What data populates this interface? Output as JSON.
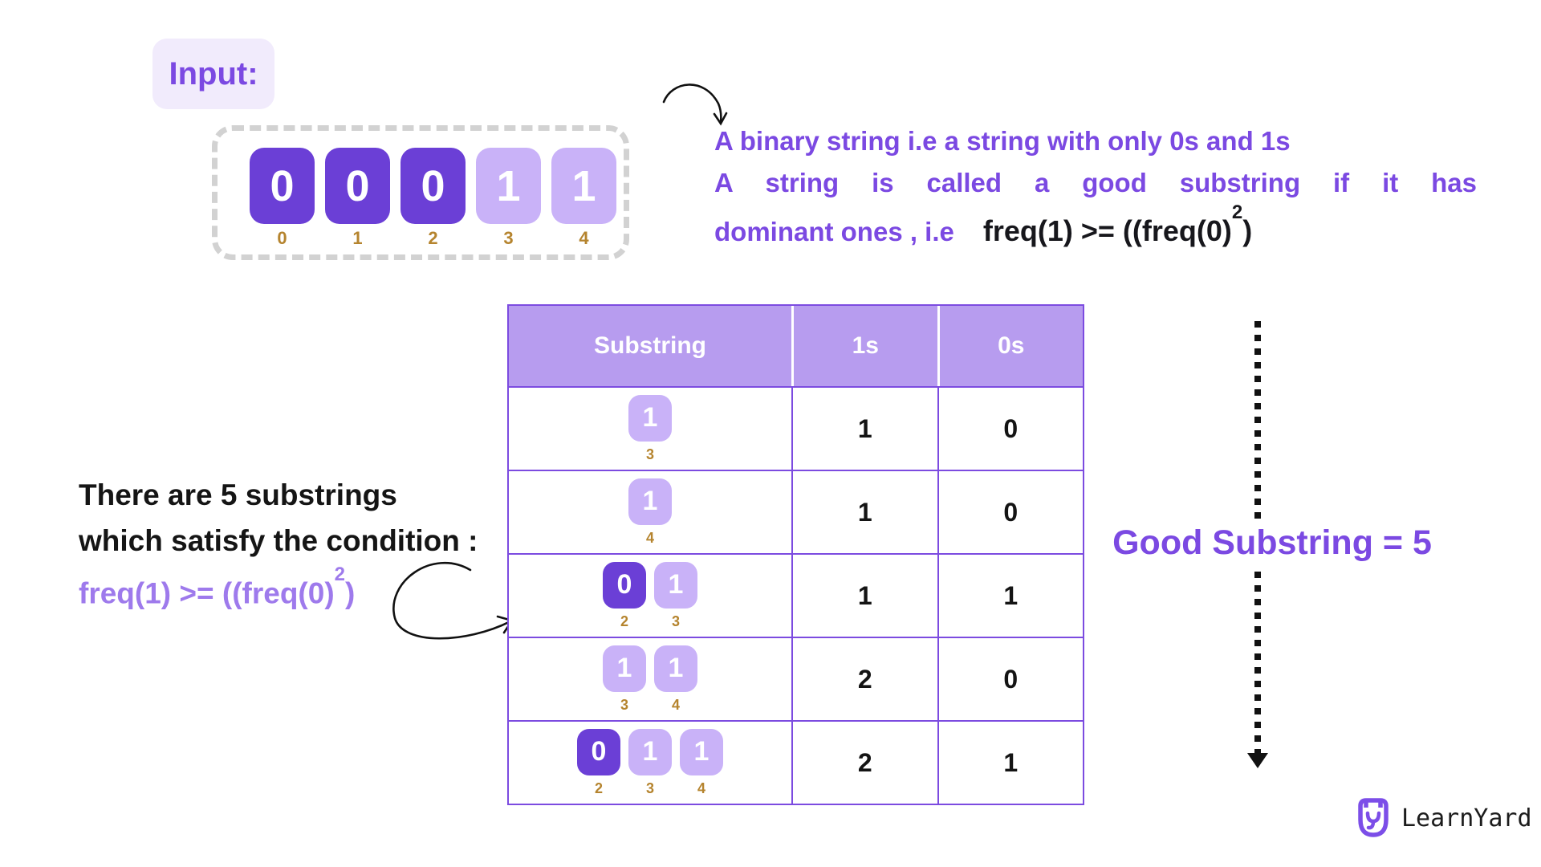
{
  "colors": {
    "accent_purple": "#7B49E2",
    "dark_tile": "#6B3FD6",
    "light_tile": "#C9B2F8",
    "table_header_bg": "#B79CEF",
    "table_border": "#7C4BE0",
    "index_gold": "#B5842E",
    "formula_lavender": "#9E7AEC",
    "text_dark": "#151515"
  },
  "input": {
    "label": "Input:",
    "tiles": [
      {
        "digit": "0",
        "index": "0"
      },
      {
        "digit": "0",
        "index": "1"
      },
      {
        "digit": "0",
        "index": "2"
      },
      {
        "digit": "1",
        "index": "3"
      },
      {
        "digit": "1",
        "index": "4"
      }
    ]
  },
  "description": {
    "line1": "A binary string i.e a string with only 0s and 1s",
    "line2": "A string is called a good substring if it has",
    "line3_prefix": "dominant ones , i.e",
    "formula_base": "freq(1) >= ((freq(0)",
    "formula_exponent": "2",
    "formula_close": ")"
  },
  "note": {
    "line1": "There are 5 substrings",
    "line2": "which satisfy the condition :",
    "formula_base": "freq(1) >= ((freq(0)",
    "formula_exponent": "2",
    "formula_close": ")"
  },
  "table": {
    "headers": [
      "Substring",
      "1s",
      "0s"
    ],
    "rows": [
      {
        "tiles": [
          {
            "digit": "1",
            "index": "3"
          }
        ],
        "ones": "1",
        "zeros": "0"
      },
      {
        "tiles": [
          {
            "digit": "1",
            "index": "4"
          }
        ],
        "ones": "1",
        "zeros": "0"
      },
      {
        "tiles": [
          {
            "digit": "0",
            "index": "2"
          },
          {
            "digit": "1",
            "index": "3"
          }
        ],
        "ones": "1",
        "zeros": "1"
      },
      {
        "tiles": [
          {
            "digit": "1",
            "index": "3"
          },
          {
            "digit": "1",
            "index": "4"
          }
        ],
        "ones": "2",
        "zeros": "0"
      },
      {
        "tiles": [
          {
            "digit": "0",
            "index": "2"
          },
          {
            "digit": "1",
            "index": "3"
          },
          {
            "digit": "1",
            "index": "4"
          }
        ],
        "ones": "2",
        "zeros": "1"
      }
    ]
  },
  "result": {
    "label": "Good Substring = 5"
  },
  "brand": {
    "name": "LearnYard"
  }
}
